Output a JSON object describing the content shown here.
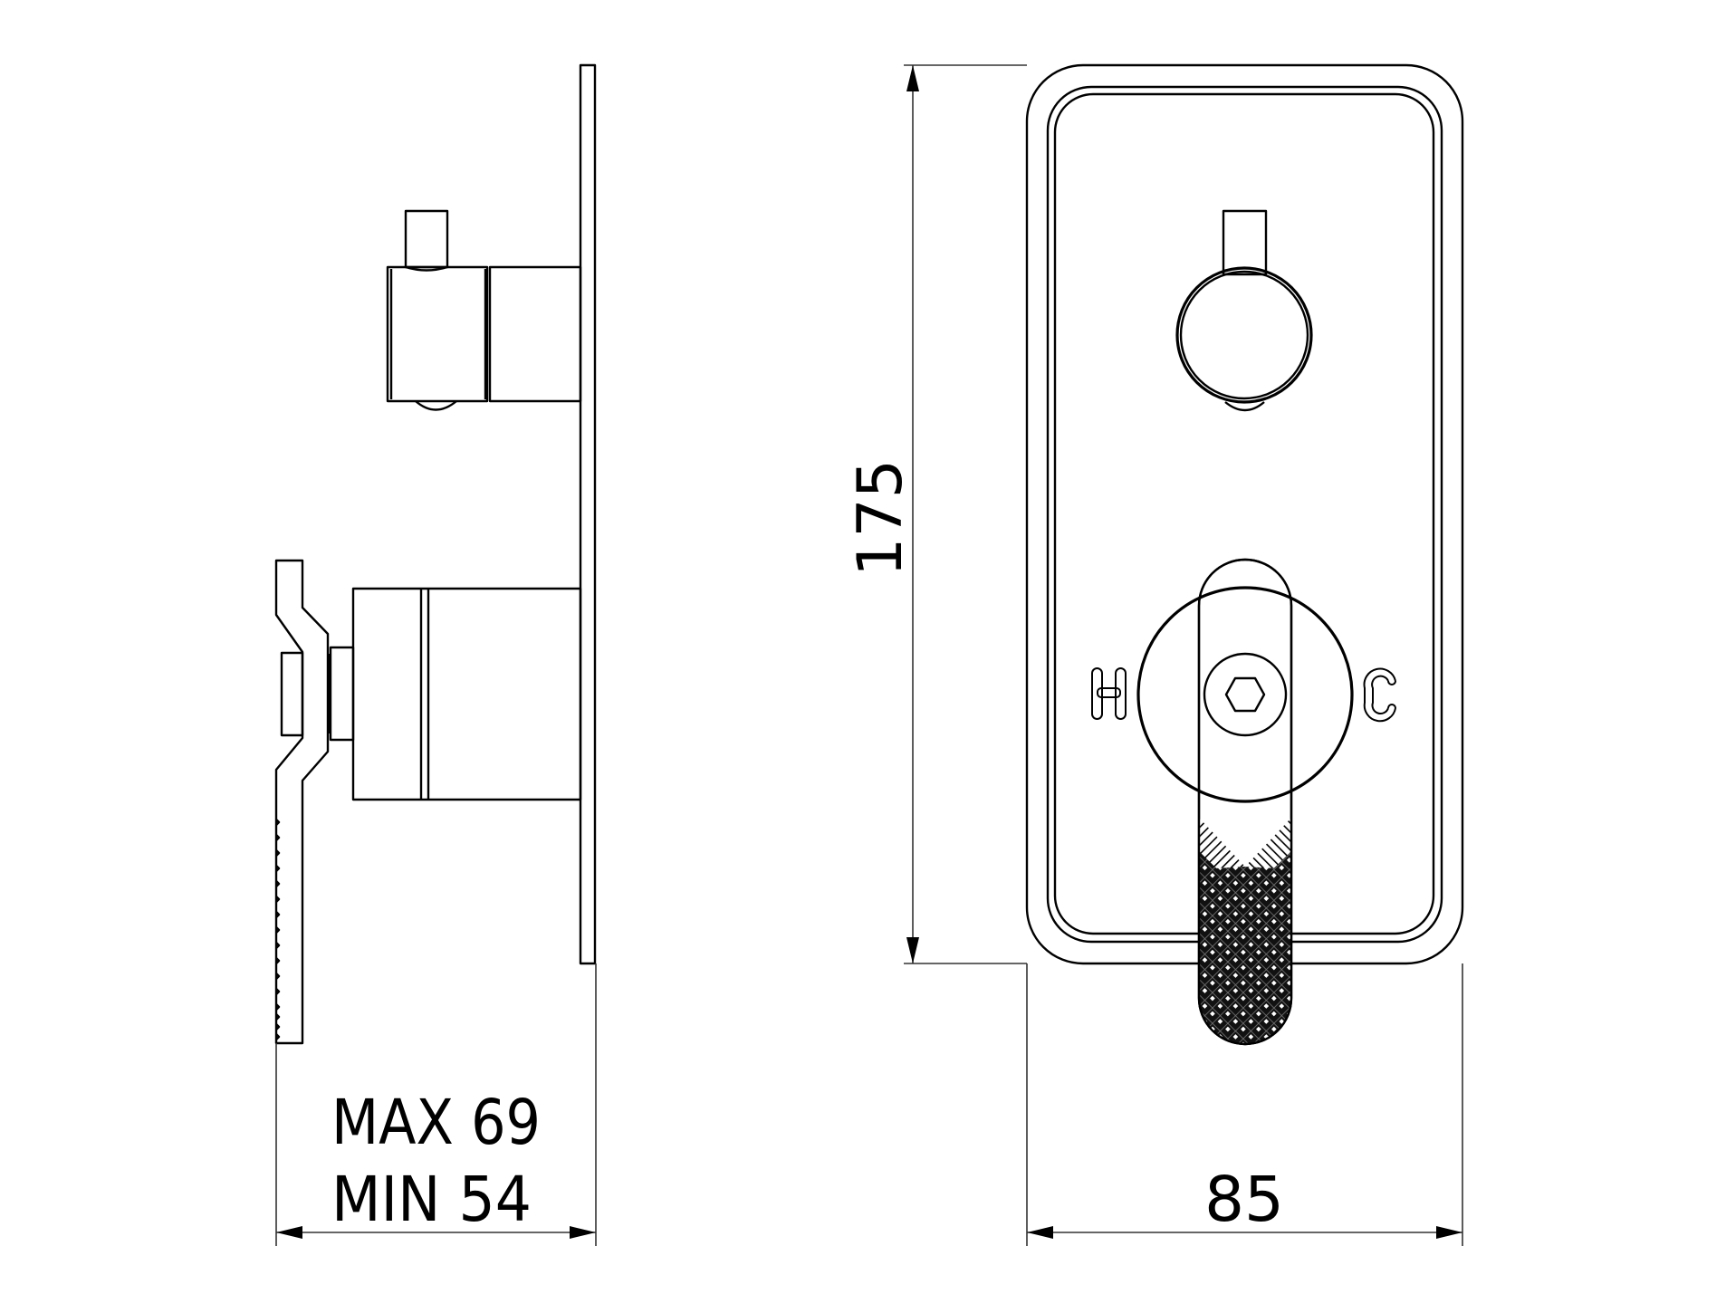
{
  "drawing": {
    "type": "technical-drawing",
    "subject": "concealed shower mixer with diverter - side and front elevation",
    "colors": {
      "line": "#000000",
      "dimension_line": "#333333",
      "background": "#ffffff"
    }
  },
  "side_view": {
    "depth_dimension": {
      "max_label": "MAX 69",
      "min_label": "MIN 54"
    }
  },
  "front_view": {
    "height_dimension": {
      "label": "175"
    },
    "width_dimension": {
      "label": "85"
    },
    "markings": {
      "hot": "H",
      "cold": "C"
    }
  }
}
